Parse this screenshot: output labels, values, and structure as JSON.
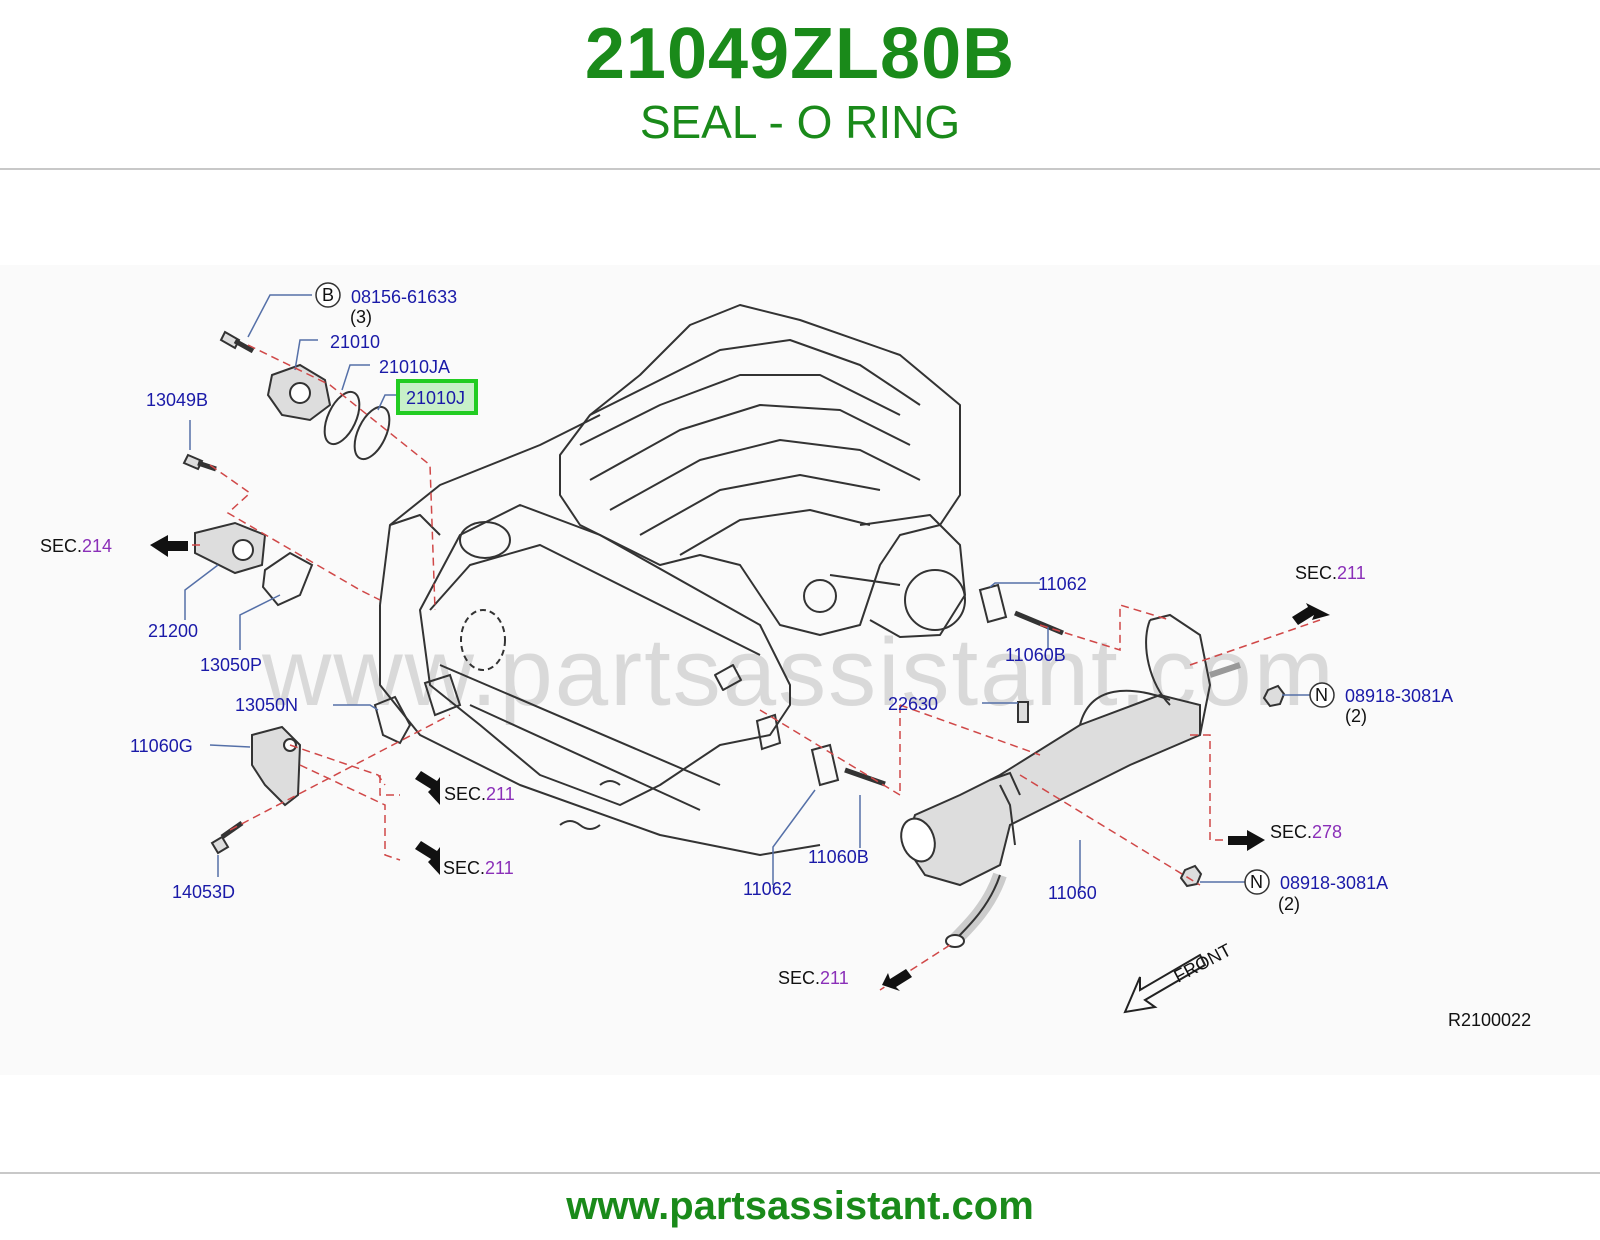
{
  "header": {
    "part_number": "21049ZL80B",
    "part_name": "SEAL - O RING"
  },
  "watermark": "www.partsassistant.com",
  "labels": {
    "c08156": "08156-61633",
    "c08156_qty": "(3)",
    "c08156_circle": "B",
    "c21010": "21010",
    "c21010JA": "21010JA",
    "c21010J": "21010J",
    "c13049B": "13049B",
    "c21200": "21200",
    "c13050P": "13050P",
    "c13050N": "13050N",
    "c11060G": "11060G",
    "c14053D": "14053D",
    "c11062_top": "11062",
    "c11060B_top": "11060B",
    "c22630": "22630",
    "c11062_bot": "11062",
    "c11060B_bot": "11060B",
    "c11060": "11060",
    "c08918_top": "08918-3081A",
    "c08918_top_qty": "(2)",
    "c08918_top_circle": "N",
    "c08918_bot": "08918-3081A",
    "c08918_bot_qty": "(2)",
    "c08918_bot_circle": "N",
    "front": "FRONT",
    "ref_code": "R2100022"
  },
  "sections": {
    "prefix": "SEC.",
    "s214": "214",
    "s211_a": "211",
    "s211_b": "211",
    "s211_c": "211",
    "s211_d": "211",
    "s278": "278"
  },
  "highlight_color": "#22cc22",
  "label_color": "#1a1aa8",
  "section_color": "#8a2fb8",
  "brand_color": "#1a8a1a",
  "footer": {
    "url": "www.partsassistant.com"
  }
}
